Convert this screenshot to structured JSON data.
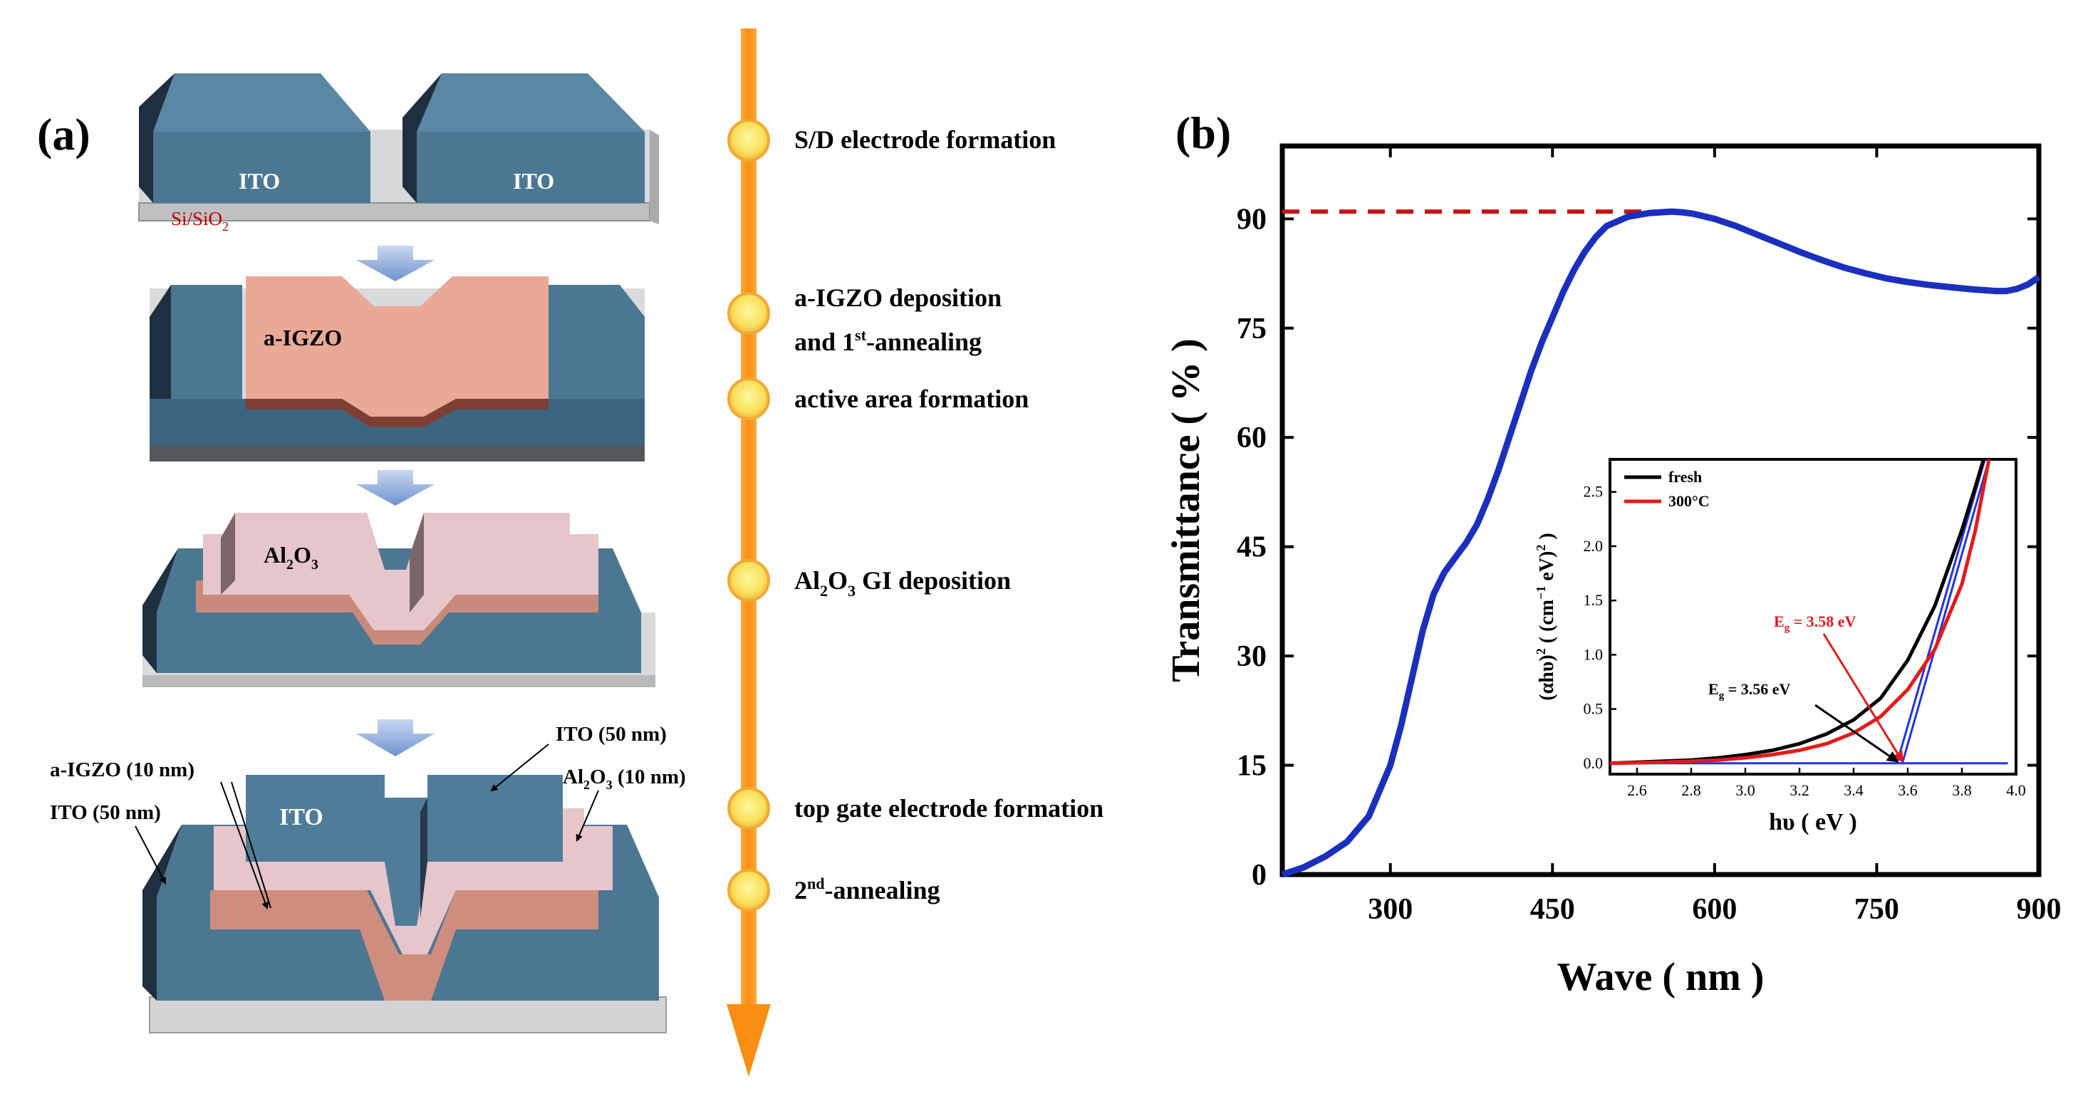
{
  "colors": {
    "ito_top": "#5b86a2",
    "ito_front": "#4a7590",
    "ito_side": "#27394a",
    "igzo_top": "#e9a997",
    "igzo_dark": "#8a4a3e",
    "al2o3": "#e2c4c8",
    "al2o3_dark": "#6f5f63",
    "substrate": "#d2d3d4",
    "timeline": "#f9961f",
    "dot": "#fbe46a",
    "curve": "#1b2fbf",
    "dash": "#c41414",
    "fresh": "#000000",
    "annealed": "#e41a1a",
    "fit": "#2233dd"
  },
  "panel_a": {
    "label": "(a)",
    "substrate_label": "Si/SiO",
    "substrate_sub": "2",
    "ito_left": "ITO",
    "ito_right": "ITO",
    "igzo": "a-IGZO",
    "al2o3_main": "Al",
    "al2o3_sub1": "2",
    "al2o3_mid": "O",
    "al2o3_sub2": "3",
    "ito_final": "ITO",
    "ann_ito_top": "ITO (50 nm)",
    "ann_igzo": "a-IGZO (10 nm)",
    "ann_al2o3_pre": "Al",
    "ann_al2o3_sub1": "2",
    "ann_al2o3_mid": "O",
    "ann_al2o3_sub2": "3",
    "ann_al2o3_post": " (10 nm)",
    "ann_ito_side": "ITO (50 nm)",
    "steps": [
      {
        "text": "S/D electrode formation"
      },
      {
        "text": "a-IGZO deposition"
      },
      {
        "text": "and  1",
        "sup": "st",
        "post": "-annealing"
      },
      {
        "text": "active area formation"
      },
      {
        "text": "Al",
        "sub": "2",
        "mid": "O",
        "sub2": "3",
        "post": " GI deposition"
      },
      {
        "text": "top gate electrode formation"
      },
      {
        "text": "2",
        "sup": "nd",
        "post": "-annealing"
      }
    ]
  },
  "chart_data": [
    {
      "type": "line",
      "panel_label": "(b)",
      "xlabel": "Wave ( nm )",
      "ylabel": "Transmittance ( % )",
      "xlim": [
        200,
        900
      ],
      "ylim": [
        0,
        100
      ],
      "xticks": [
        300,
        450,
        600,
        750,
        900
      ],
      "yticks": [
        0,
        15,
        30,
        45,
        60,
        75,
        90
      ],
      "reference_line": {
        "y": 91,
        "x": [
          200,
          570
        ]
      },
      "series": [
        {
          "x": [
            200,
            220,
            240,
            260,
            280,
            300,
            310,
            320,
            330,
            340,
            350,
            360,
            370,
            380,
            390,
            400,
            410,
            420,
            430,
            440,
            450,
            460,
            470,
            480,
            490,
            500,
            520,
            540,
            560,
            570,
            580,
            600,
            620,
            640,
            660,
            680,
            700,
            720,
            740,
            760,
            780,
            800,
            820,
            840,
            860,
            870,
            880,
            890,
            900
          ],
          "y": [
            0,
            1.0,
            2.5,
            4.5,
            8.0,
            15.0,
            20.5,
            27.0,
            33.5,
            38.5,
            41.5,
            43.5,
            45.5,
            48.0,
            51.5,
            55.5,
            60.0,
            64.5,
            69.0,
            73.0,
            76.5,
            80.0,
            83.0,
            85.5,
            87.5,
            89.0,
            90.3,
            90.8,
            91.0,
            90.9,
            90.7,
            90.0,
            89.0,
            87.8,
            86.6,
            85.4,
            84.3,
            83.3,
            82.5,
            81.8,
            81.3,
            80.9,
            80.6,
            80.3,
            80.1,
            80.1,
            80.4,
            81.0,
            82.0
          ]
        }
      ]
    },
    {
      "type": "line",
      "xlabel": "hυ ( eV )",
      "ylabel": "(αhυ)",
      "ylabel_sup": "2",
      "ylabel_post": " ( (cm",
      "ylabel_sup2": "−1",
      "ylabel_post2": " eV)",
      "ylabel_sup3": "2",
      "ylabel_end": " )",
      "xlim": [
        2.5,
        4.0
      ],
      "ylim": [
        -0.1,
        2.8
      ],
      "xticks": [
        2.6,
        2.8,
        3.0,
        3.2,
        3.4,
        3.6,
        3.8,
        4.0
      ],
      "yticks": [
        0.0,
        0.5,
        1.0,
        1.5,
        2.0,
        2.5
      ],
      "legend": [
        "fresh",
        "300°C"
      ],
      "legend_position": "top-left",
      "series": [
        {
          "name": "fresh",
          "x": [
            2.5,
            2.6,
            2.7,
            2.8,
            2.9,
            3.0,
            3.1,
            3.2,
            3.3,
            3.4,
            3.5,
            3.6,
            3.7,
            3.75,
            3.8,
            3.85,
            3.88
          ],
          "y": [
            0.0,
            0.01,
            0.02,
            0.03,
            0.05,
            0.08,
            0.12,
            0.18,
            0.27,
            0.4,
            0.6,
            0.95,
            1.45,
            1.8,
            2.15,
            2.55,
            2.8
          ]
        },
        {
          "name": "300°C",
          "x": [
            2.5,
            2.6,
            2.7,
            2.8,
            2.9,
            3.0,
            3.1,
            3.2,
            3.3,
            3.4,
            3.5,
            3.6,
            3.7,
            3.8,
            3.85,
            3.9
          ],
          "y": [
            0.0,
            0.005,
            0.01,
            0.02,
            0.03,
            0.05,
            0.08,
            0.12,
            0.18,
            0.28,
            0.43,
            0.68,
            1.05,
            1.65,
            2.15,
            2.8
          ]
        }
      ],
      "fit_lines": [
        {
          "x": [
            3.56,
            3.885
          ],
          "y": [
            0.0,
            2.8
          ]
        },
        {
          "x": [
            3.58,
            3.9
          ],
          "y": [
            0.0,
            2.8
          ]
        },
        {
          "x": [
            2.5,
            3.97
          ],
          "y": [
            0.0,
            0.0
          ]
        }
      ],
      "annotations": [
        {
          "pre": "E",
          "sub": "g",
          "post": " = 3.58 eV",
          "arrow_to": [
            3.58,
            0.0
          ],
          "color": "#e41a1a"
        },
        {
          "pre": "E",
          "sub": "g",
          "post": " = 3.56 eV",
          "arrow_to": [
            3.56,
            0.0
          ],
          "color": "#000000"
        }
      ]
    }
  ]
}
